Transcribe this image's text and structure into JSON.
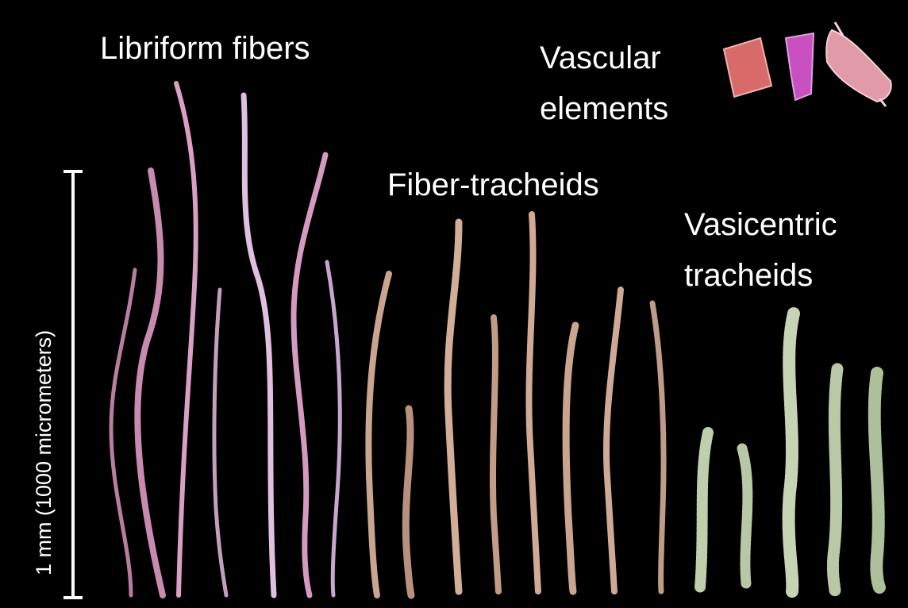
{
  "labels": {
    "libriform": "Libriform fibers",
    "vascular_line1": "Vascular",
    "vascular_line2": "elements",
    "fiber_tracheids": "Fiber-tracheids",
    "vasicentric_line1": "Vasicentric",
    "vasicentric_line2": "tracheids",
    "scale": "1 mm (1000 micrometers)"
  },
  "colors": {
    "background": "#000000",
    "libriform": "#c98ab0",
    "fiber_tracheids": "#c9a48e",
    "vasicentric": "#bfcfae",
    "vascular_a": "#d86a6a",
    "vascular_b": "#c850c0",
    "vascular_c": "#e09aa8",
    "scale_bar": "#ffffff"
  }
}
